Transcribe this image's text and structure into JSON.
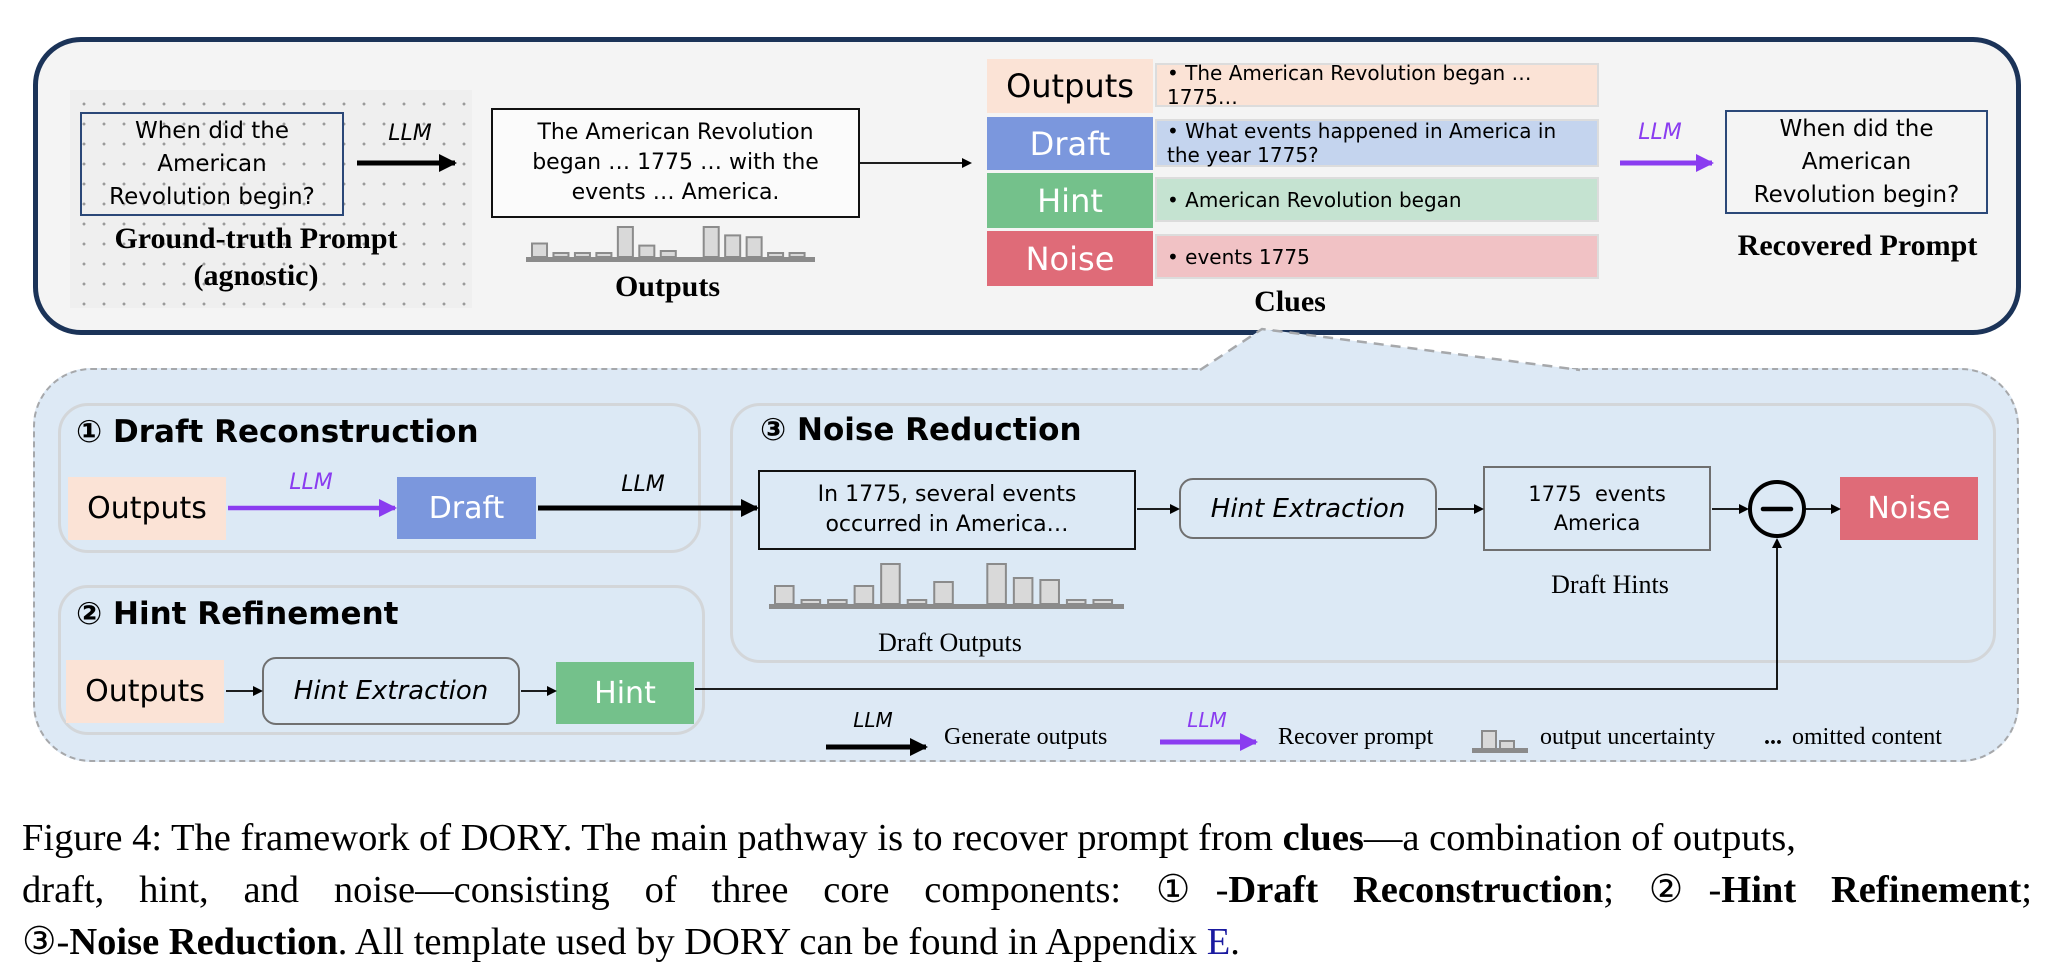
{
  "colors": {
    "outputs": "#fbe3d6",
    "draft": "#7b97dd",
    "hint": "#74c18b",
    "noise": "#df6b78",
    "outputs_light": "#fbe3d6",
    "draft_light": "#c4d4ee",
    "hint_light": "#c5e3d1",
    "noise_light": "#f1c2c5",
    "llm_generate": "#000000",
    "llm_recover": "#8a3cf0",
    "panel_border": "#1b3358",
    "link": "#1a1aa0"
  },
  "top": {
    "ground_truth_prompt": {
      "lines": [
        "When did the",
        "American",
        "Revolution begin?"
      ],
      "title_line1": "Ground-truth Prompt",
      "title_line2": "(agnostic)"
    },
    "llm_arrow_label": "LLM",
    "outputs": {
      "lines": [
        "The American Revolution",
        "began … 1775 … with the",
        "events … America."
      ],
      "title": "Outputs",
      "uncertainty_bars": [
        0.45,
        0.12,
        0.08,
        0.12,
        1.0,
        0.38,
        0.2,
        0.0,
        1.0,
        0.72,
        0.66,
        0.08,
        0.08
      ]
    },
    "clues": {
      "title": "Clues",
      "rows": [
        {
          "key": "outputs",
          "label": "Outputs",
          "text": "• The American Revolution began … 1775…"
        },
        {
          "key": "draft",
          "label": "Draft",
          "text": "• What events happened in America in the year 1775?"
        },
        {
          "key": "hint",
          "label": "Hint",
          "text": "• American Revolution began"
        },
        {
          "key": "noise",
          "label": "Noise",
          "text": "• events 1775"
        }
      ]
    },
    "recover_arrow_label": "LLM",
    "recovered_prompt": {
      "lines": [
        "When did the",
        "American",
        "Revolution begin?"
      ],
      "title": "Recovered Prompt"
    }
  },
  "bottom": {
    "draft_reconstruction": {
      "title": "① Draft Reconstruction",
      "outputs_label": "Outputs",
      "recover_llm_label": "LLM",
      "draft_label": "Draft",
      "generate_llm_label": "LLM"
    },
    "hint_refinement": {
      "title": "② Hint Refinement",
      "outputs_label": "Outputs",
      "hint_extraction_label": "Hint Extraction",
      "hint_label": "Hint"
    },
    "noise_reduction": {
      "title": "③ Noise Reduction",
      "draft_output_lines": [
        "In 1775, several events",
        "occurred in America…"
      ],
      "draft_outputs_caption": "Draft Outputs",
      "uncertainty_bars": [
        0.45,
        0.1,
        0.07,
        0.45,
        1.0,
        0.07,
        0.55,
        0.0,
        1.0,
        0.65,
        0.6,
        0.07,
        0.07
      ],
      "hint_extraction_label": "Hint Extraction",
      "draft_hints_lines": [
        "1775  events",
        "America"
      ],
      "draft_hints_caption": "Draft Hints",
      "minus_symbol": "−",
      "noise_label": "Noise"
    },
    "legend": [
      {
        "icon": "black-arrow",
        "arrow_label": "LLM",
        "text": "Generate outputs"
      },
      {
        "icon": "purple-arrow",
        "arrow_label": "LLM",
        "text": "Recover prompt"
      },
      {
        "icon": "bar-glyph",
        "text": "output uncertainty"
      },
      {
        "icon": "ellipsis",
        "symbol": "...",
        "text": "omitted content"
      }
    ]
  },
  "caption": {
    "line1_a": "Figure 4: The framework of DORY. The main pathway is to recover prompt from ",
    "line1_bold": "clues",
    "line1_b": "—a combination of outputs,",
    "line2_a": "draft, hint, and noise—consisting of three core components: ①-",
    "line2_bold1": "Draft Reconstruction",
    "line2_b": "; ②-",
    "line2_bold2": "Hint Refinement",
    "line2_c": ";",
    "line3_a": "③-",
    "line3_bold": "Noise Reduction",
    "line3_b": ". All template used by DORY can be found in Appendix ",
    "line3_link": "E",
    "line3_c": "."
  }
}
